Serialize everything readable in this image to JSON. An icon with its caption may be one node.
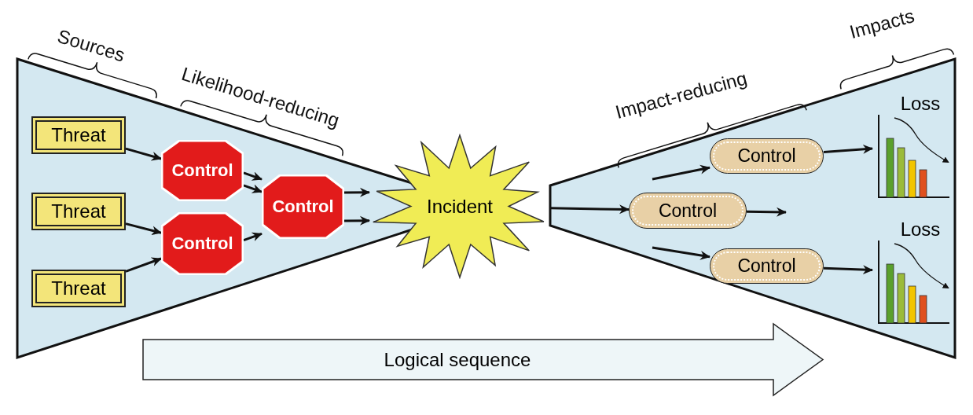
{
  "diagram": {
    "nodes": [
      {
        "text": [
          "Threat"
        ]
      },
      {
        "text": [
          "Threat"
        ]
      },
      {
        "text": [
          "Threat"
        ]
      },
      {
        "text": [
          "Control"
        ]
      },
      {
        "text": [
          "Control"
        ]
      },
      {
        "text": [
          "Control"
        ]
      },
      {
        "text": [
          "Incident"
        ]
      },
      {
        "text": [
          "Control"
        ]
      },
      {
        "text": [
          "Control"
        ]
      },
      {
        "text": [
          "Control"
        ]
      },
      {
        "text": [
          "Loss"
        ]
      },
      {
        "text": [
          "Loss"
        ]
      },
      {
        "text": [
          "Logical sequence"
        ]
      }
    ],
    "edges": [
      {
        "from": 0,
        "to": 3,
        "arrow": "to"
      },
      {
        "from": 1,
        "to": 4,
        "arrow": "to"
      },
      {
        "from": 3,
        "to": 5,
        "arrow": "to"
      },
      {
        "from": 2,
        "to": 4,
        "arrow": "to"
      },
      {
        "from": 3,
        "to": 5,
        "arrow": "to"
      },
      {
        "from": 4,
        "to": 5,
        "arrow": "to"
      },
      {
        "from": 5,
        "to": 6,
        "arrow": "to"
      },
      {
        "from": 5,
        "to": 6,
        "arrow": "to"
      },
      {
        "from": 6,
        "to": 7,
        "arrow": "to"
      },
      {
        "from": null,
        "to": 8,
        "arrow": "to"
      },
      {
        "from": null,
        "to": 9,
        "arrow": "to"
      },
      {
        "from": 7,
        "to": null,
        "arrow": "to"
      },
      {
        "from": 8,
        "to": 10,
        "arrow": "to"
      },
      {
        "from": 9,
        "to": 11,
        "arrow": "to"
      }
    ],
    "labels": [
      "Sources",
      "Likelihood-reducing",
      "Impact-reducing",
      "Impacts"
    ]
  }
}
